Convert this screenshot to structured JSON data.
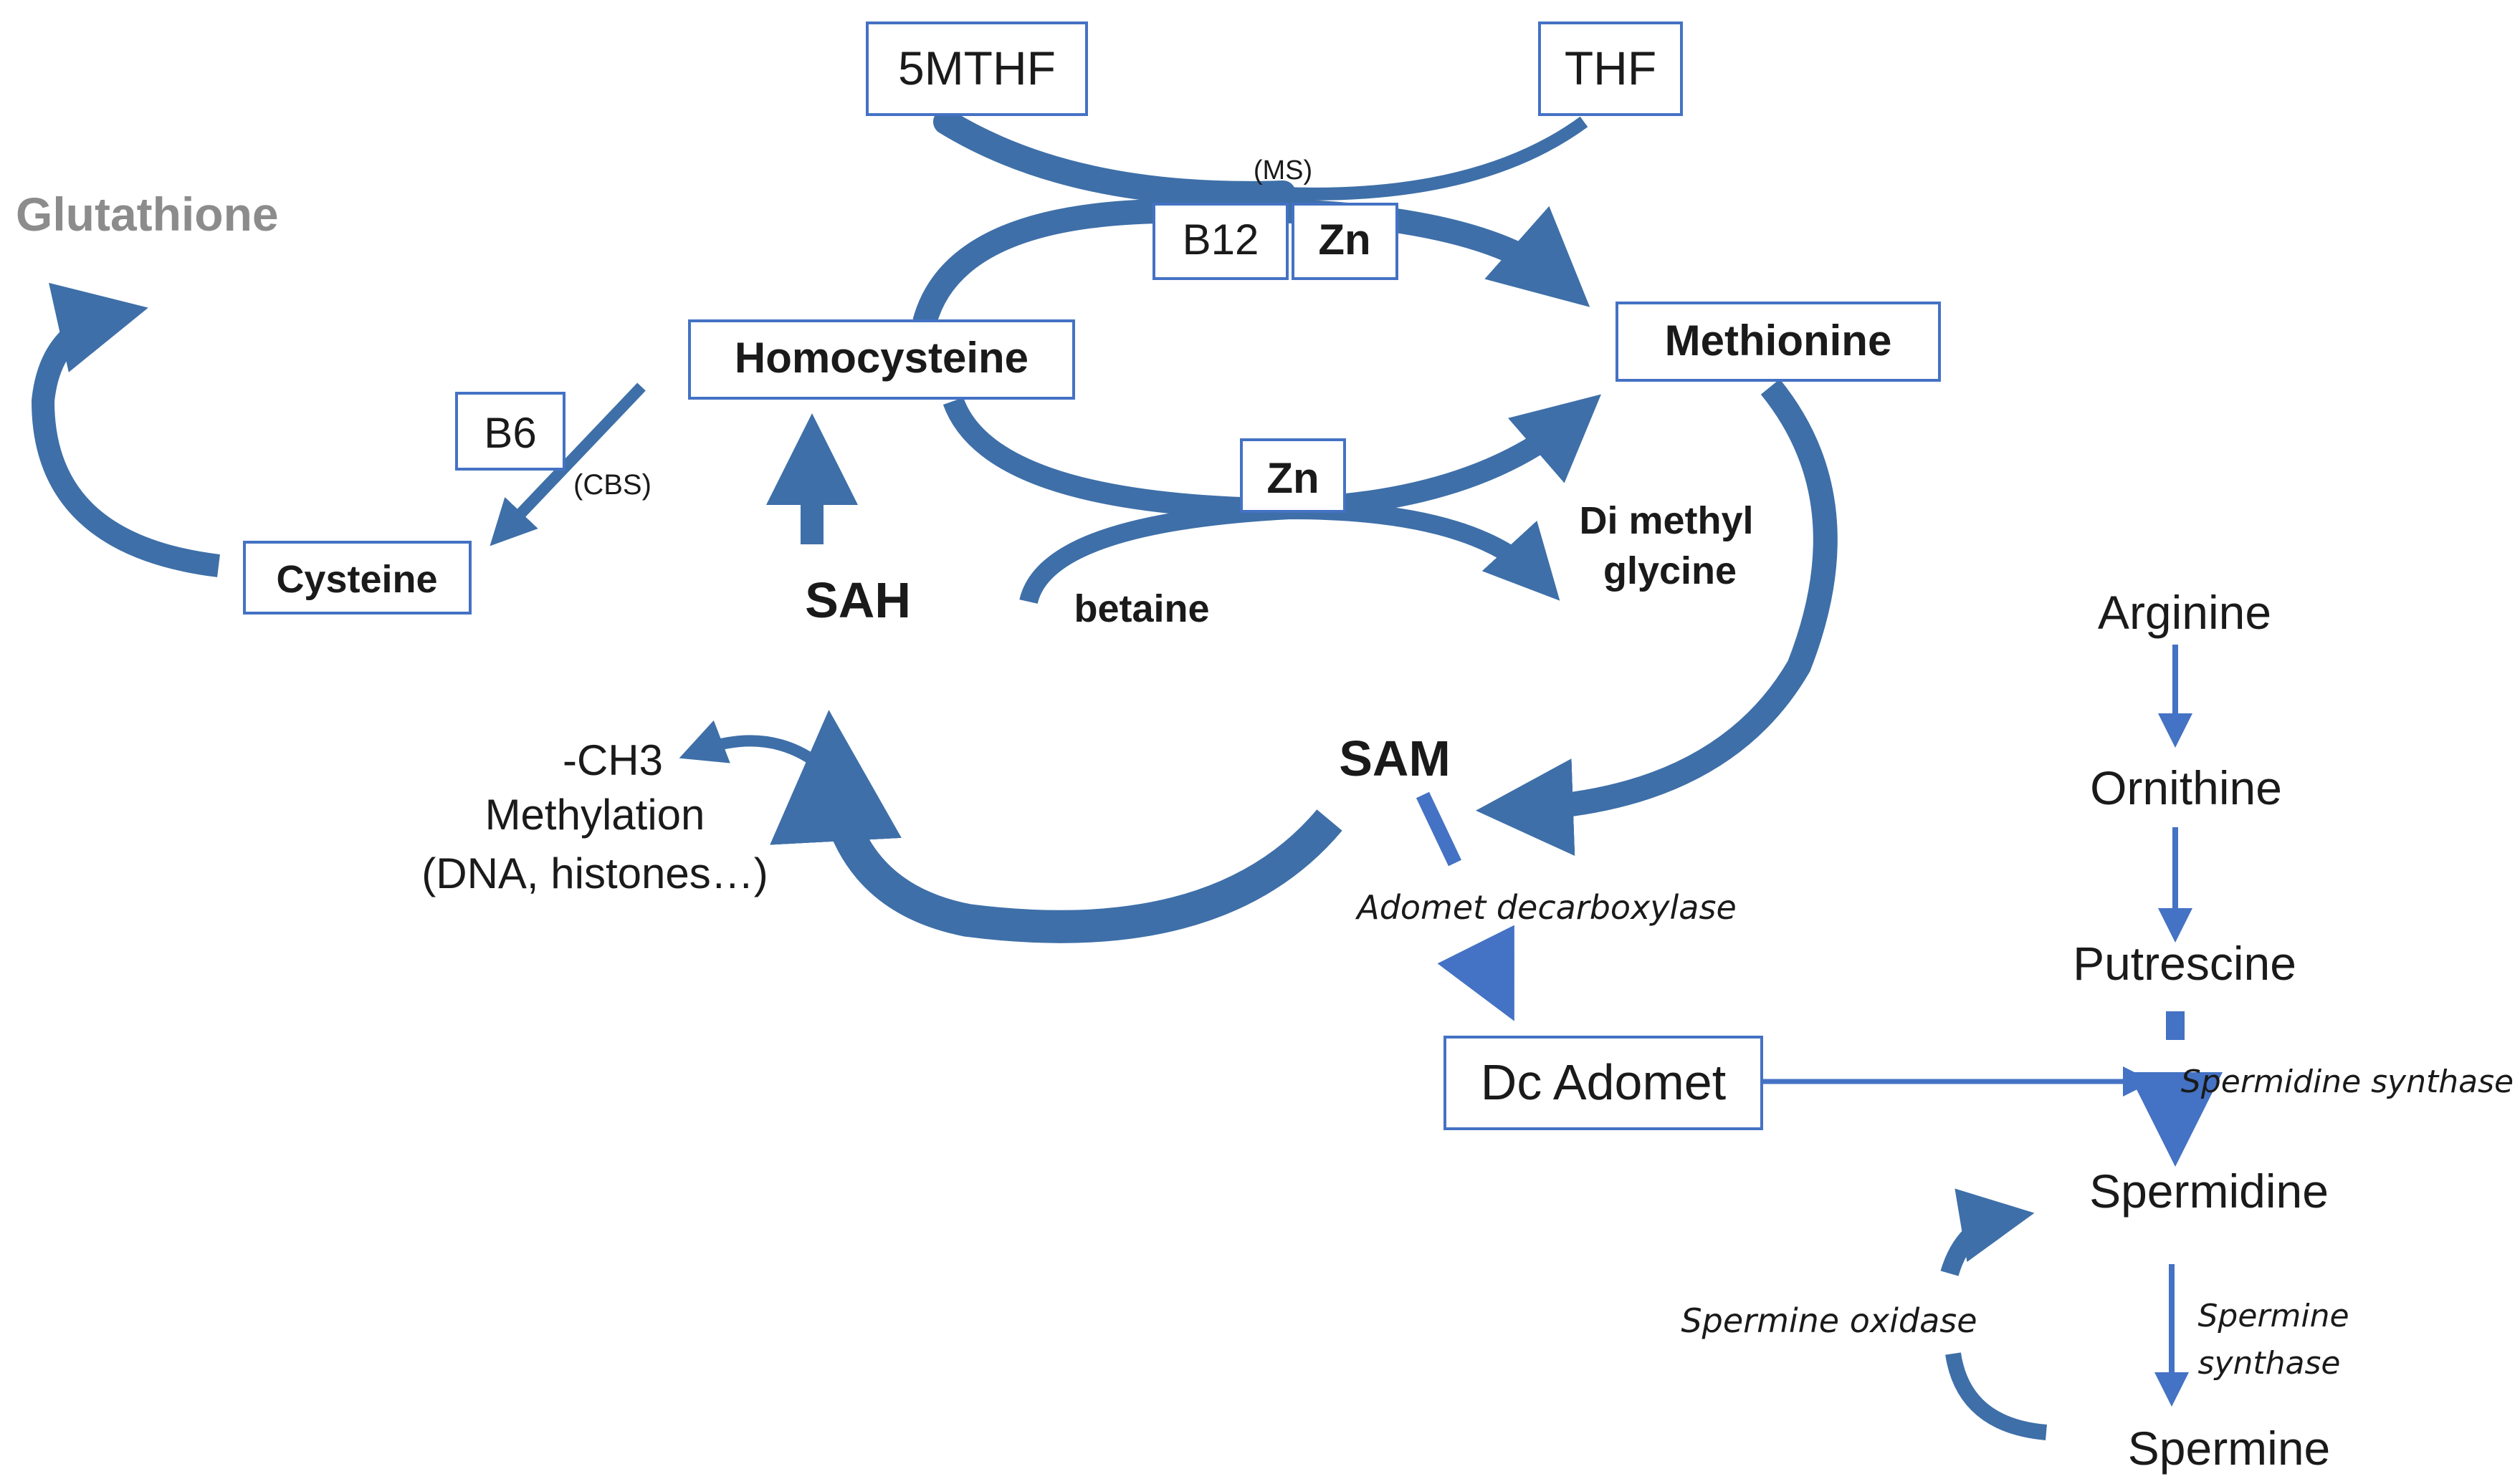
{
  "colors": {
    "arrow_dark": "#3E6FA8",
    "arrow_light": "#4472C4",
    "box_border": "#4472C4",
    "text": "#1a1a1a",
    "glutathione": "#8c8c8c"
  },
  "nodes": {
    "mthf": "5MTHF",
    "thf": "THF",
    "ms": "(MS)",
    "b12": "B12",
    "zn_top": "Zn",
    "glutathione": "Glutathione",
    "homocysteine": "Homocysteine",
    "methionine": "Methionine",
    "b6": "B6",
    "cbs": "(CBS)",
    "zn_mid": "Zn",
    "cysteine": "Cysteine",
    "sah": "SAH",
    "betaine": "betaine",
    "dimethyl_1": "Di methyl",
    "dimethyl_2": "glycine",
    "sam": "SAM",
    "ch3": "-CH3",
    "methylation": "Methylation",
    "methylation_targets": "(DNA, histones…)",
    "adomet_decarboxylase": "Adomet decarboxylase",
    "dc_adomet": "Dc Adomet",
    "arginine": "Arginine",
    "ornithine": "Ornithine",
    "putrescine": "Putrescine",
    "spermidine_synthase": "Spermidine synthase",
    "spermidine": "Spermidine",
    "spermine_oxidase": "Spermine oxidase",
    "spermine_synthase_1": "Spermine",
    "spermine_synthase_2": "synthase",
    "spermine": "Spermine"
  }
}
